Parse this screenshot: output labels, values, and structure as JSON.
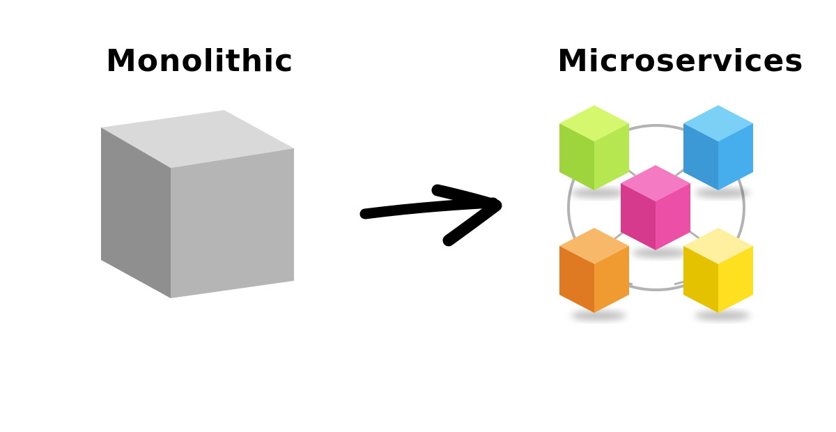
{
  "diagram": {
    "monolithic": {
      "label": "Monolithic",
      "icon": "cube-icon",
      "colors": {
        "top": "#d9d9d9",
        "left": "#8f8f8f",
        "right": "#b5b5b5"
      }
    },
    "transition": {
      "icon": "arrow-right-icon",
      "color": "#000000"
    },
    "microservices": {
      "label": "Microservices",
      "ring_color": "#b3b3b3",
      "services": [
        {
          "icon": "cube-icon",
          "color_name": "green",
          "top": "#d4f76e",
          "left": "#9ed43c",
          "right": "#b6e650"
        },
        {
          "icon": "cube-icon",
          "color_name": "blue",
          "top": "#7ad0f5",
          "left": "#3d98d6",
          "right": "#47aeee"
        },
        {
          "icon": "cube-icon",
          "color_name": "pink",
          "top": "#f57ac4",
          "left": "#d63a8c",
          "right": "#ec4fa6"
        },
        {
          "icon": "cube-icon",
          "color_name": "orange",
          "top": "#f7b86a",
          "left": "#e07a22",
          "right": "#f09a32"
        },
        {
          "icon": "cube-icon",
          "color_name": "yellow",
          "top": "#fff0a0",
          "left": "#e5c200",
          "right": "#ffe020"
        }
      ]
    }
  }
}
